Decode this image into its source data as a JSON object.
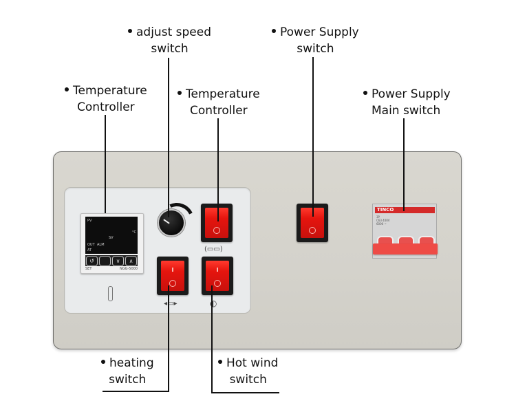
{
  "labels": {
    "adjust_speed": {
      "line1": "adjust speed",
      "line2": "switch"
    },
    "temp_controller_1": {
      "line1": "Temperature",
      "line2": "Controller"
    },
    "temp_controller_2": {
      "line1": "Temperature",
      "line2": "Controller"
    },
    "power_supply": {
      "line1": "Power Supply",
      "line2": "switch"
    },
    "power_main": {
      "line1": "Power Supply",
      "line2": "Main switch"
    },
    "heating": {
      "line1": "heating",
      "line2": "switch"
    },
    "hot_wind": {
      "line1": "Hot wind",
      "line2": "switch"
    }
  },
  "temperature_controller": {
    "pv": "PV",
    "sv": "SV",
    "unit": "°C",
    "out": "OUT",
    "alm": "ALM",
    "at": "AT",
    "set_label": "SET",
    "model": "NGG-5000",
    "buttons": [
      "↺",
      "",
      "∨",
      "∧"
    ]
  },
  "breaker": {
    "brand": "TINCO",
    "specs": [
      "3P",
      "C63  400V",
      "6000  ~"
    ]
  },
  "rocker_symbols": {
    "on": "I",
    "off": "O"
  },
  "colors": {
    "switch_red": "#e5150e",
    "panel": "#d6d4cd",
    "inset": "#e9ebec",
    "breaker_red": "#ee4b46"
  }
}
